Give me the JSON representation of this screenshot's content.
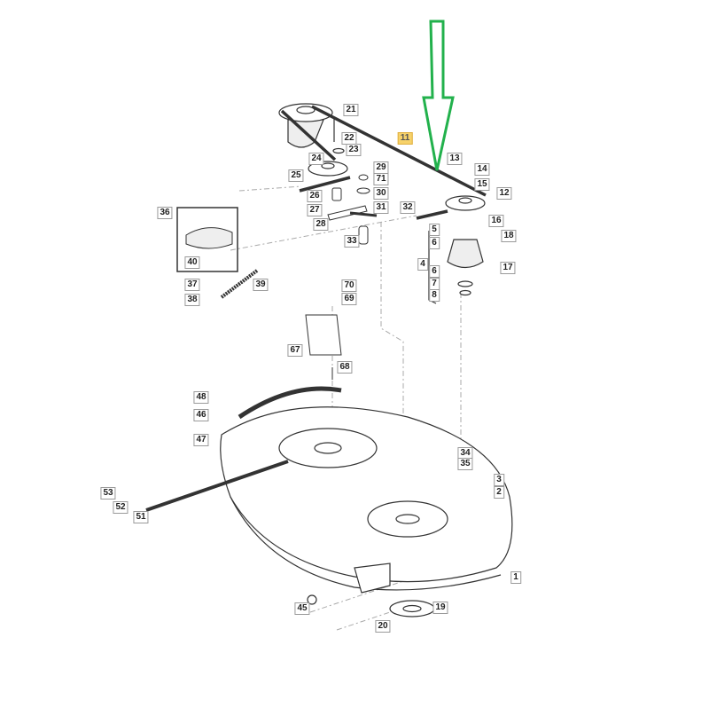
{
  "diagram": {
    "highlighted_part": "11",
    "arrow_color": "#22b14c",
    "labels": [
      "21",
      "22",
      "23",
      "24",
      "25",
      "11",
      "29",
      "71",
      "30",
      "26",
      "27",
      "31",
      "32",
      "28",
      "33",
      "13",
      "14",
      "15",
      "12",
      "16",
      "5",
      "6",
      "18",
      "4",
      "17",
      "6",
      "7",
      "8",
      "36",
      "40",
      "37",
      "39",
      "38",
      "70",
      "69",
      "67",
      "68",
      "48",
      "46",
      "47",
      "34",
      "35",
      "3",
      "2",
      "53",
      "52",
      "51",
      "1",
      "45",
      "19",
      "20"
    ]
  }
}
